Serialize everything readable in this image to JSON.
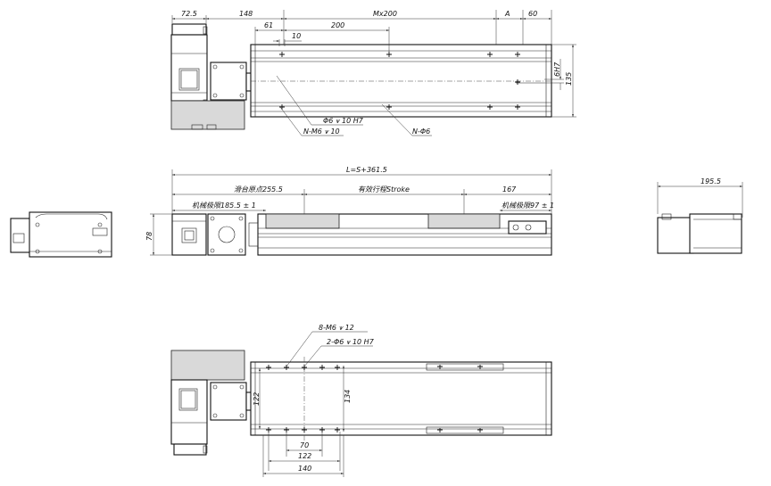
{
  "top_view": {
    "dim_72_5": "72.5",
    "dim_148": "148",
    "dim_mx200": "Mx200",
    "dim_a": "A",
    "dim_60": "60",
    "dim_61": "61",
    "dim_200": "200",
    "dim_10": "10",
    "dim_6h7": "6H7",
    "dim_135": "135",
    "callout_pin": "Φ6 ⩛ 10 H7",
    "callout_tap": "N-M6 ⩛ 10",
    "callout_hole": "N-Φ6"
  },
  "front_view": {
    "dim_total": "L=S+361.5",
    "dim_255": "滑台原点255.5",
    "dim_stroke": "有效行程Stroke",
    "dim_167": "167",
    "dim_185": "机械极限185.5 ± 1",
    "dim_97": "机械极限97 ± 1",
    "dim_78": "78"
  },
  "side_view": {
    "dim_195": "195.5"
  },
  "bottom_view": {
    "callout_tap": "8-M6 ⩛ 12",
    "callout_pin": "2-Φ6 ⩛ 10 H7",
    "dim_122_left": "122",
    "dim_134": "134",
    "dim_70": "70",
    "dim_122_bottom": "122",
    "dim_140": "140"
  }
}
